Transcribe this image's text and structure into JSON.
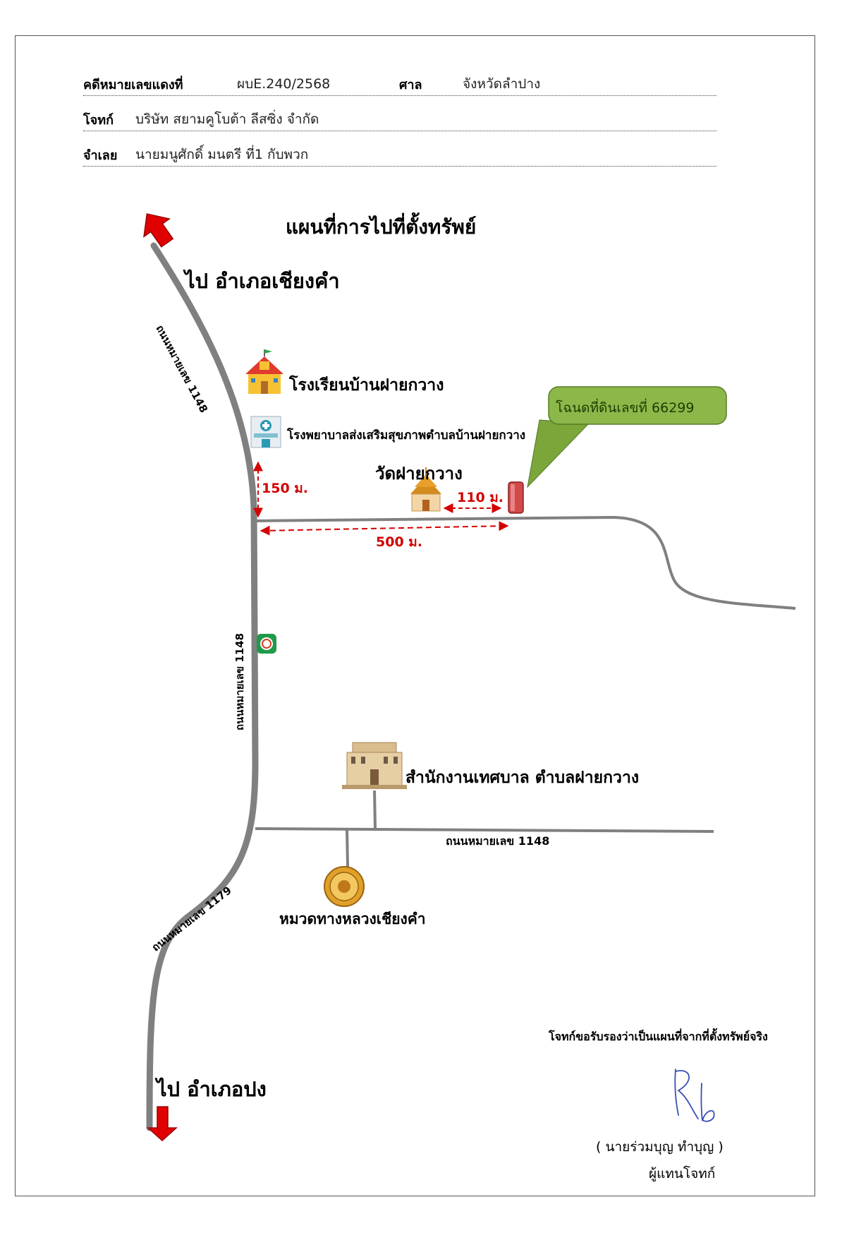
{
  "header": {
    "case_label": "คดีหมายเลขแดงที่",
    "case_value": "ผบE.240/2568",
    "court_label": "ศาล",
    "court_value": "จังหวัดลำปาง",
    "plaintiff_label": "โจทก์",
    "plaintiff_value": "บริษัท สยามคูโบต้า ลีสซิ่ง  จำกัด",
    "defendant_label": "จำเลย",
    "defendant_value": "นายมนูศักดิ์  มนตรี  ที่1 กับพวก"
  },
  "map": {
    "title": "แผนที่การไปที่ตั้งทรัพย์",
    "to_north": "ไป อำเภอเชียงคำ",
    "to_south": "ไป อำเภอปง",
    "road_upper": "ถนนหมายเลข 1148",
    "road_middle": "ถนนหมายเลข 1148",
    "road_lower": "ถนนหมายเลข 1148",
    "road_1179": "ถนนหมายเลข 1179",
    "school": "โรงเรียนบ้านฝายกวาง",
    "hospital": "โรงพยาบาลส่งเสริมสุขภาพตำบลบ้านฝายกวาง",
    "temple": "วัดฝายกวาง",
    "deed_callout": "โฉนดที่ดินเลขที่ 66299",
    "dist_150": "150 ม.",
    "dist_110": "110 ม.",
    "dist_500": "500 ม.",
    "municipal": "สำนักงานเทศบาล ตำบลฝายกวาง",
    "highway_office": "หมวดทางหลวงเชียงคำ"
  },
  "certification": {
    "statement": "โจทก์ขอรับรองว่าเป็นแผนที่จากที่ตั้งทรัพย์จริง",
    "signer": "(    นายร่วมบุญ   ทำบุญ   )",
    "role": "ผู้แทนโจทก์"
  },
  "colors": {
    "road": "#808080",
    "arrow": "#e00000",
    "distance": "#d40000",
    "callout": "#7aa63a",
    "marker": "#d14a4a"
  },
  "icons": [
    "school-icon",
    "hospital-icon",
    "temple-icon",
    "gas-station-icon",
    "government-building-icon",
    "highway-seal-icon",
    "property-marker-icon"
  ]
}
